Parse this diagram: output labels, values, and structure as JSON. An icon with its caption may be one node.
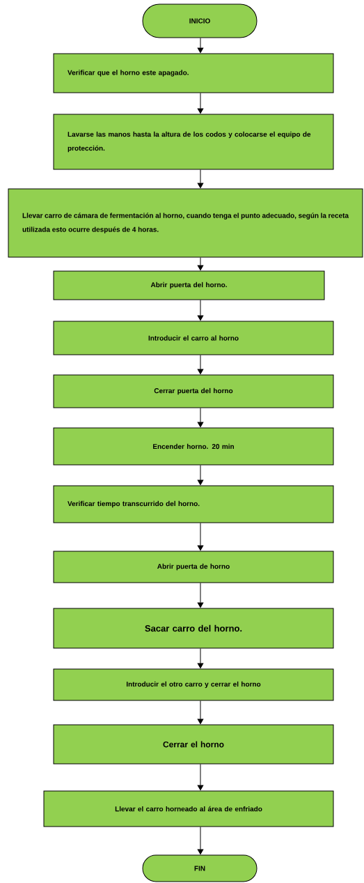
{
  "diagram": {
    "nodes": [
      {
        "text": [
          "INICIO"
        ]
      },
      {
        "text": [
          "Verificar que el horno este apagado."
        ]
      },
      {
        "text": [
          "Lavarse las manos hasta la altura de los codos y colocarse el equipo de protección."
        ]
      },
      {
        "text": [
          "Llevar carro de cámara de fermentación al horno, cuando tenga el punto adecuado, según la receta utilizada esto ocurre después de 4 horas."
        ]
      },
      {
        "text": [
          "Abrir puerta del horno."
        ]
      },
      {
        "text": [
          "Introducir el carro al horno"
        ]
      },
      {
        "text": [
          "Cerrar puerta del horno"
        ]
      },
      {
        "text": [
          "Encender horno. 20 min"
        ]
      },
      {
        "text": [
          "Verificar tiempo transcurrido del horno."
        ]
      },
      {
        "text": [
          "Abrir puerta de horno"
        ]
      },
      {
        "text": [
          "Sacar carro del horno."
        ]
      },
      {
        "text": [
          "Introducir el otro carro y cerrar el horno"
        ]
      },
      {
        "text": [
          "Cerrar el horno"
        ]
      },
      {
        "text": [
          "Llevar el carro horneado al área de enfriado"
        ]
      },
      {
        "text": [
          "FIN"
        ]
      }
    ],
    "edges": [
      {
        "from": 0,
        "to": 1,
        "arrow": "to"
      },
      {
        "from": 1,
        "to": 2,
        "arrow": "to"
      },
      {
        "from": 2,
        "to": 3,
        "arrow": "to"
      },
      {
        "from": 3,
        "to": 4,
        "arrow": "to"
      },
      {
        "from": 4,
        "to": 5,
        "arrow": "to"
      },
      {
        "from": 5,
        "to": 6,
        "arrow": "to"
      },
      {
        "from": 6,
        "to": 7,
        "arrow": "to"
      },
      {
        "from": 7,
        "to": 8,
        "arrow": "to"
      },
      {
        "from": 8,
        "to": 9,
        "arrow": "to"
      },
      {
        "from": 9,
        "to": 10,
        "arrow": "to"
      },
      {
        "from": 10,
        "to": 11,
        "arrow": "to"
      },
      {
        "from": 11,
        "to": 12,
        "arrow": "to"
      },
      {
        "from": 12,
        "to": 13,
        "arrow": "to"
      },
      {
        "from": 13,
        "to": 14,
        "arrow": "to"
      }
    ]
  }
}
